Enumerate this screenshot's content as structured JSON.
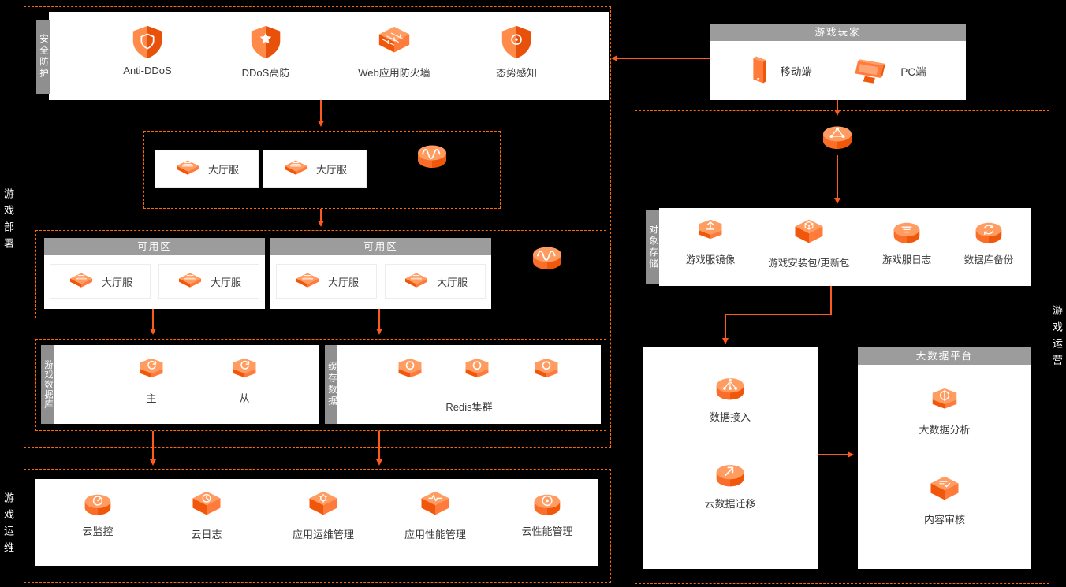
{
  "colors": {
    "accent": "#FF6A00",
    "arrow": "#FF5A1E",
    "strip_gray": "#8F8F8F",
    "header_gray": "#9C9C9C",
    "background": "#000000"
  },
  "regions": {
    "deploy": "游戏部署",
    "ops": "游戏运维",
    "operation": "游戏运营"
  },
  "security": {
    "label": "安全防护",
    "items": [
      {
        "label": "Anti-DDoS",
        "icon": "shield"
      },
      {
        "label": "DDoS高防",
        "icon": "burst"
      },
      {
        "label": "Web应用防火墙",
        "icon": "wall"
      },
      {
        "label": "态势感知",
        "icon": "radar"
      }
    ]
  },
  "hall": {
    "cards": [
      {
        "label": "大厅服",
        "icon": "hall"
      },
      {
        "label": "大厅服",
        "icon": "hall"
      }
    ],
    "lb_icon": "slb"
  },
  "zones": [
    {
      "header": "可用区",
      "cards": [
        {
          "label": "大厅服",
          "icon": "hall"
        },
        {
          "label": "大厅服",
          "icon": "hall"
        }
      ]
    },
    {
      "header": "可用区",
      "cards": [
        {
          "label": "大厅服",
          "icon": "hall"
        },
        {
          "label": "大厅服",
          "icon": "hall"
        }
      ]
    }
  ],
  "zone_lb_icon": "slb",
  "database": {
    "label": "游戏数据库",
    "items": [
      {
        "label": "主",
        "icon": "db"
      },
      {
        "label": "从",
        "icon": "db"
      }
    ]
  },
  "cache": {
    "label": "缓存数据",
    "cluster": "Redis集群",
    "icons": [
      "cache",
      "cache",
      "cache"
    ]
  },
  "ops_row": {
    "items": [
      {
        "label": "云监控",
        "icon": "monitor"
      },
      {
        "label": "云日志",
        "icon": "log"
      },
      {
        "label": "应用运维管理",
        "icon": "gear"
      },
      {
        "label": "应用性能管理",
        "icon": "pulse"
      },
      {
        "label": "云性能管理",
        "icon": "meter"
      }
    ]
  },
  "players": {
    "header": "游戏玩家",
    "items": [
      {
        "label": "移动端",
        "icon": "phone"
      },
      {
        "label": "PC端",
        "icon": "pc"
      }
    ],
    "cdn_icon": "cdn"
  },
  "oss": {
    "label": "对象存储",
    "items": [
      {
        "label": "游戏服镜像",
        "icon": "mirror"
      },
      {
        "label": "游戏安装包/更新包",
        "icon": "package"
      },
      {
        "label": "游戏服日志",
        "icon": "osslog"
      },
      {
        "label": "数据库备份",
        "icon": "backup"
      }
    ]
  },
  "dataflow": {
    "items": [
      {
        "label": "数据接入",
        "icon": "branch"
      },
      {
        "label": "云数据迁移",
        "icon": "migrate"
      }
    ]
  },
  "bigdata": {
    "header": "大数据平台",
    "items": [
      {
        "label": "大数据分析",
        "icon": "analyze"
      },
      {
        "label": "内容审核",
        "icon": "audit"
      }
    ]
  }
}
